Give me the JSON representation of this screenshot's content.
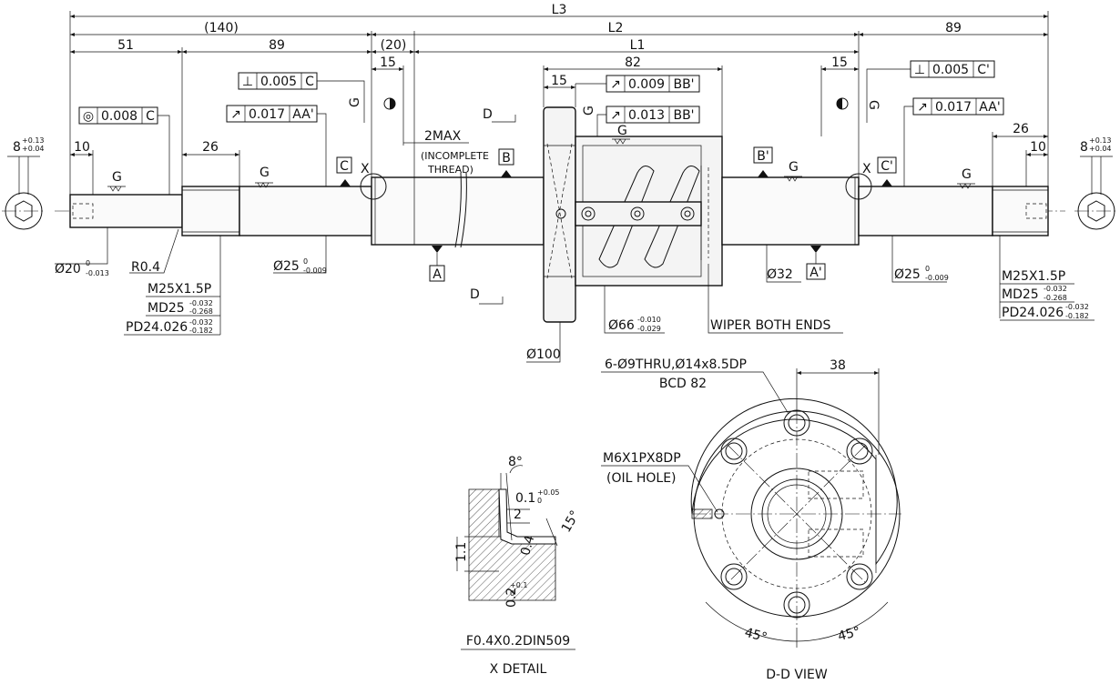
{
  "dims": {
    "L3": "L3",
    "L2": "L2",
    "L1": "L1",
    "d140": "(140)",
    "d20": "(20)",
    "d51": "51",
    "d89_left": "89",
    "d89_right": "89",
    "d82": "82",
    "d15_a": "15",
    "d15_b": "15",
    "d15_c": "15",
    "d26_left": "26",
    "d26_right": "26",
    "d10_left": "10",
    "d10_right": "10",
    "d38": "38",
    "two_max": "2MAX",
    "incomplete_1": "(INCOMPLETE",
    "incomplete_2": "THREAD)"
  },
  "diameters": {
    "d20": "Ø20",
    "d20_tol_up": "0",
    "d20_tol_lo": "-0.013",
    "r04": "R0.4",
    "d25_left": "Ø25",
    "d25_left_up": "0",
    "d25_left_lo": "-0.009",
    "d32": "Ø32",
    "d25_right": "Ø25",
    "d25_right_up": "0",
    "d25_right_lo": "-0.009",
    "d66": "Ø66",
    "d66_up": "-0.010",
    "d66_lo": "-0.029",
    "d100": "Ø100",
    "wiper": "WIPER BOTH ENDS"
  },
  "threads": {
    "left_m": "M25X1.5P",
    "left_md": "MD25",
    "left_md_up": "-0.032",
    "left_md_lo": "-0.268",
    "left_pd": "PD24.026",
    "left_pd_up": "-0.032",
    "left_pd_lo": "-0.182",
    "right_m": "M25X1.5P",
    "right_md": "MD25",
    "right_md_up": "-0.032",
    "right_md_lo": "-0.268",
    "right_pd": "PD24.026",
    "right_pd_up": "-0.032",
    "right_pd_lo": "-0.182"
  },
  "end_views": {
    "left_width": "8",
    "left_up": "+0.13",
    "left_lo": "+0.04",
    "right_width": "8",
    "right_up": "+0.13",
    "right_lo": "+0.04"
  },
  "gdt": {
    "perp_left_sym": "⊥",
    "perp_left_val": "0.005",
    "perp_left_ref": "C",
    "conc_sym": "◎",
    "conc_val": "0.008",
    "conc_ref": "C",
    "runout_left_sym": "↗",
    "runout_left_val": "0.017",
    "runout_left_ref": "AA'",
    "runout_top_sym": "↗",
    "runout_top_val": "0.009",
    "runout_top_ref": "BB'",
    "runout_flange_sym": "↗",
    "runout_flange_val": "0.013",
    "runout_flange_ref": "BB'",
    "perp_right_sym": "⊥",
    "perp_right_val": "0.005",
    "perp_right_ref": "C'",
    "runout_right_sym": "↗",
    "runout_right_val": "0.017",
    "runout_right_ref": "AA'"
  },
  "datums": {
    "A": "A",
    "A_prime": "A'",
    "B": "B",
    "B_prime": "B'",
    "C": "C",
    "C_prime": "C'"
  },
  "marks": {
    "G": "G",
    "X": "X",
    "D": "D"
  },
  "x_detail": {
    "angle_8": "8°",
    "val_01": "0.1",
    "val_01_up": "+0.05",
    "val_01_lo": "0",
    "val_2": "2",
    "val_04": "0.4",
    "val_11": "1.1",
    "val_02": "0.2",
    "val_02_up": "+0.1",
    "val_02_lo": "0",
    "angle_15": "15°",
    "spec": "F0.4X0.2DIN509",
    "title": "X DETAIL"
  },
  "dd_view": {
    "holes_1": "6-Ø9THRU,Ø14x8.5DP",
    "holes_2": "BCD 82",
    "oil_1": "M6X1PX8DP",
    "oil_2": "(OIL HOLE)",
    "angle_left": "45°",
    "angle_right": "45°",
    "title": "D-D VIEW"
  }
}
